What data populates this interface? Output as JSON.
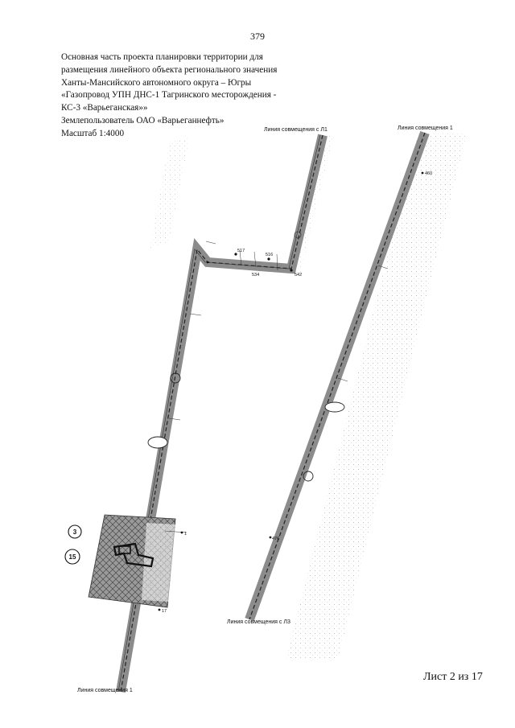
{
  "page_number": "379",
  "title_lines": [
    "Основная часть проекта планировки территории для",
    "размещения линейного объекта регионального значения",
    "Ханты-Мансийского автономного округа – Югры",
    "«Газопровод УПН ДНС-1 Тагринского месторождения -",
    "КС-3 «Варьеганская»»",
    "Землепользователь ОАО «Варьеганнефть»",
    "Масштаб 1:4000"
  ],
  "sheet": "Лист 2 из 17",
  "match_lines": {
    "top_left": "Линия совмещения  с Л1",
    "top_right": "Линия совмещения  1",
    "bottom_middle": "Линия совмещения  с Л3",
    "bottom_left": "Линия совмещения 1"
  },
  "callouts": {
    "first": "3",
    "second": "15"
  },
  "point_labels": [
    "517",
    "516",
    "534",
    "542",
    "460",
    "476",
    "1",
    "17"
  ],
  "colors": {
    "corridor": "#888888",
    "hatch": "#444444",
    "pipe": "#222222",
    "line": "#333333"
  }
}
